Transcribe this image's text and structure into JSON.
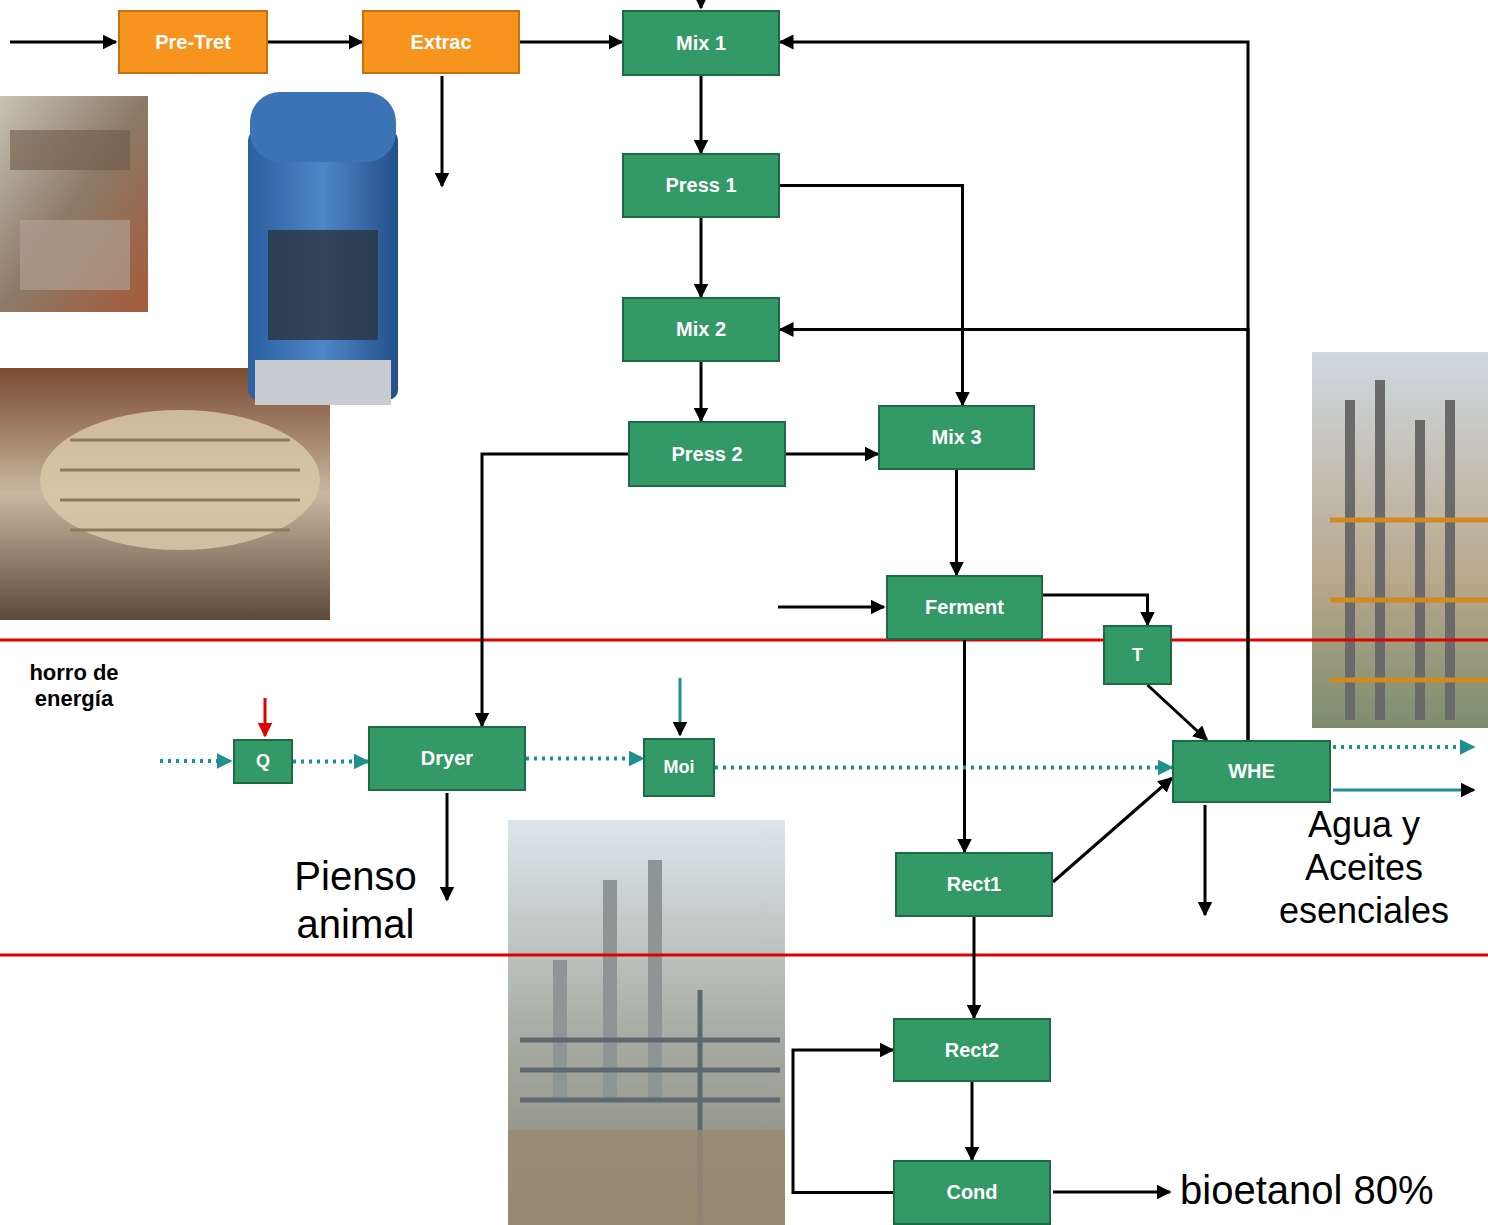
{
  "diagram": {
    "nodes": [
      {
        "text": [
          "Pre-Tret"
        ]
      },
      {
        "text": [
          "Extrac"
        ]
      },
      {
        "text": [
          "Mix 1"
        ]
      },
      {
        "text": [
          "Press 1"
        ]
      },
      {
        "text": [
          "Mix 2"
        ]
      },
      {
        "text": [
          "Press 2"
        ]
      },
      {
        "text": [
          "Mix 3"
        ]
      },
      {
        "text": [
          "Ferment"
        ]
      },
      {
        "text": [
          "T"
        ]
      },
      {
        "text": [
          "Q"
        ]
      },
      {
        "text": [
          "Dryer"
        ]
      },
      {
        "text": [
          "Moi"
        ]
      },
      {
        "text": [
          "WHE"
        ]
      },
      {
        "text": [
          "Rect1"
        ]
      },
      {
        "text": [
          "Rect2"
        ]
      },
      {
        "text": [
          "Cond"
        ]
      }
    ],
    "edges": [
      {
        "from": 0,
        "to": 1,
        "arrow": "to"
      },
      {
        "from": 1,
        "to": 2,
        "arrow": "to"
      },
      {
        "from": 2,
        "to": 3,
        "arrow": "to"
      },
      {
        "from": 3,
        "to": 4,
        "arrow": "to"
      },
      {
        "from": 3,
        "to": 6,
        "arrow": "to"
      },
      {
        "from": 4,
        "to": 5,
        "arrow": "to"
      },
      {
        "from": 5,
        "to": 6,
        "arrow": "to"
      },
      {
        "from": 5,
        "to": 10,
        "arrow": "to"
      },
      {
        "from": 6,
        "to": 7,
        "arrow": "to"
      },
      {
        "from": 7,
        "to": 8,
        "arrow": "to"
      },
      {
        "from": 7,
        "to": 13,
        "arrow": "to"
      },
      {
        "from": 8,
        "to": 12,
        "arrow": "to"
      },
      {
        "from": 13,
        "to": 12,
        "arrow": "to"
      },
      {
        "from": 12,
        "to": 2,
        "arrow": "to"
      },
      {
        "from": 12,
        "to": 4,
        "arrow": "to"
      },
      {
        "from": 9,
        "to": 10,
        "arrow": "to"
      },
      {
        "from": 10,
        "to": 11,
        "arrow": "to"
      },
      {
        "from": 11,
        "to": 12,
        "arrow": "to"
      },
      {
        "from": 13,
        "to": 14,
        "arrow": "to"
      },
      {
        "from": 14,
        "to": 15,
        "arrow": "to"
      },
      {
        "from": 15,
        "to": 14,
        "arrow": "to"
      }
    ],
    "labels": [
      "horro de energía",
      "Pienso animal",
      "Agua y Aceites esenciales",
      "bioetanol 80%"
    ]
  }
}
